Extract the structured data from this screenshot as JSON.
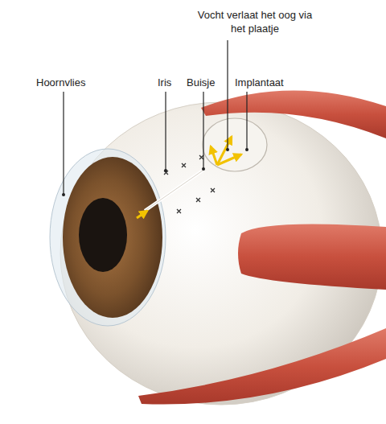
{
  "diagram": {
    "labels": [
      "Hoornvlies",
      "Iris",
      "Buisje",
      "Implantaat",
      "Vocht verlaat het oog via het plaatje"
    ]
  }
}
